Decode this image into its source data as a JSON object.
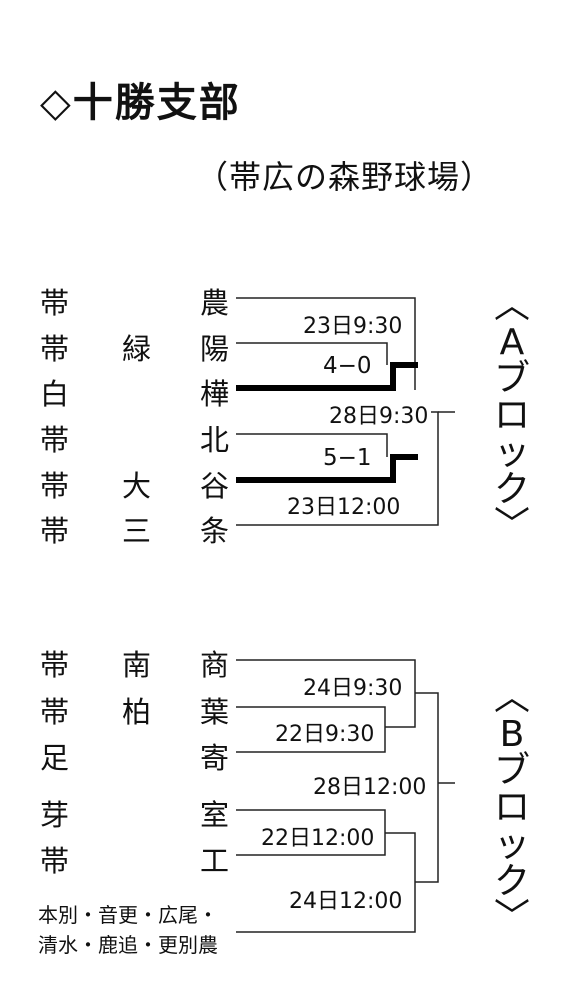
{
  "header": {
    "title": "◇十勝支部",
    "venue": "（帯広の森野球場）"
  },
  "block_a": {
    "name": "〈Aブロック〉",
    "teams": [
      {
        "c1": "帯",
        "c2": "",
        "c3": "農"
      },
      {
        "c1": "帯",
        "c2": "緑",
        "c3": "陽"
      },
      {
        "c1": "白",
        "c2": "",
        "c3": "樺"
      },
      {
        "c1": "帯",
        "c2": "",
        "c3": "北"
      },
      {
        "c1": "帯",
        "c2": "大",
        "c3": "谷"
      },
      {
        "c1": "帯",
        "c2": "三",
        "c3": "条"
      }
    ],
    "games": {
      "g1_time": "23日9:30",
      "g1_score": "4−0",
      "g2_score": "5−1",
      "g2_time": "23日12:00",
      "final_time": "28日9:30"
    }
  },
  "block_b": {
    "name": "〈Bブロック〉",
    "teams": [
      {
        "c1": "帯",
        "c2": "南",
        "c3": "商"
      },
      {
        "c1": "帯",
        "c2": "柏",
        "c3": "葉"
      },
      {
        "c1": "足",
        "c2": "",
        "c3": "寄"
      },
      {
        "c1": "芽",
        "c2": "",
        "c3": "室"
      },
      {
        "c1": "帯",
        "c2": "",
        "c3": "工"
      }
    ],
    "combined_team": {
      "line1": "本別・音更・広尾・",
      "line2": "清水・鹿追・更別農"
    },
    "games": {
      "top_time": "24日9:30",
      "r1a_time": "22日9:30",
      "final_time": "28日12:00",
      "r1b_time": "22日12:00",
      "bottom_time": "24日12:00"
    }
  }
}
